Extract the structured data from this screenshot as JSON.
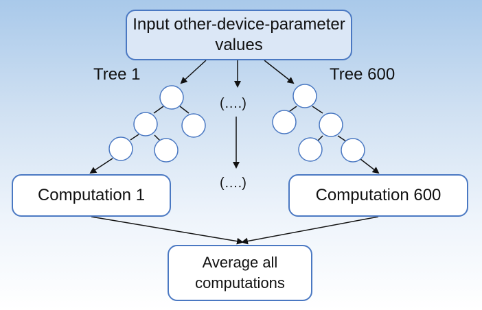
{
  "boxes": {
    "input": "Input other-device-parameter values",
    "computation_left": "Computation 1",
    "computation_right": "Computation 600",
    "average": "Average all computations"
  },
  "trees": {
    "left_label": "Tree 1",
    "right_label": "Tree 600"
  },
  "ellipsis": {
    "top": "(….)",
    "bottom": "(….)"
  },
  "colors": {
    "box_border": "#4a78c2",
    "input_fill": "#dbe7f6",
    "node_fill": "#ffffff",
    "arrow": "#111111",
    "background_top": "#a9c9ea",
    "background_bottom": "#ffffff"
  }
}
